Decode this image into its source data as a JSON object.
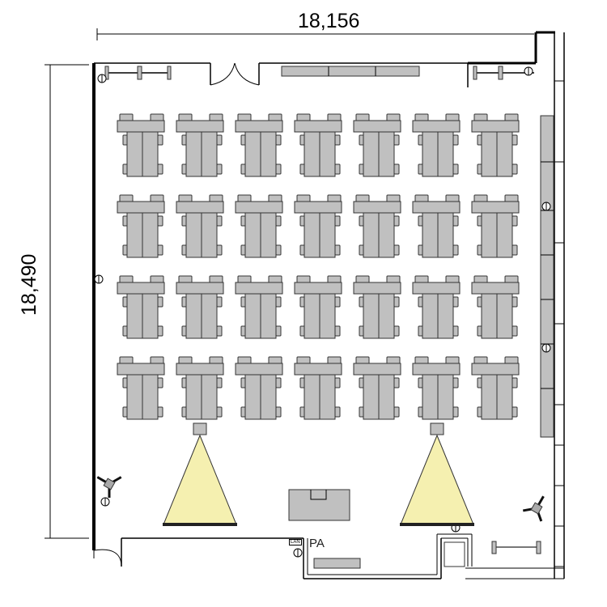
{
  "dimensions": {
    "width_label": "18,156",
    "height_label": "18,490"
  },
  "labels": {
    "pa": "PA",
    "lan": "LAN"
  },
  "layout": {
    "table_rows": 4,
    "table_cols": 7,
    "screens": 2,
    "speakers": 2
  },
  "colors": {
    "table": "#c0c0c0",
    "screen": "#f5f0b0",
    "wall": "#000000"
  }
}
